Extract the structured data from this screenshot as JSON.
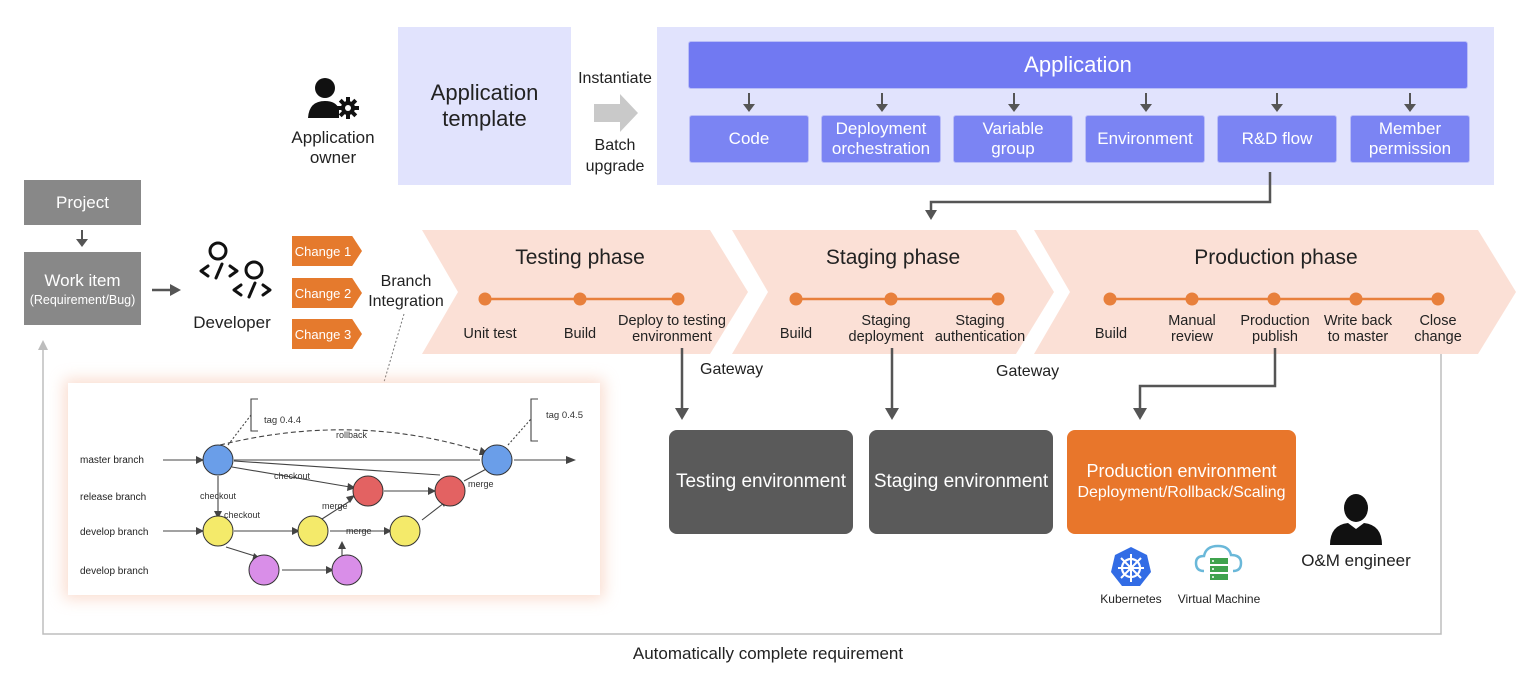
{
  "app_owner": {
    "label_line1": "Application",
    "label_line2": "owner"
  },
  "app_template": {
    "line1": "Application",
    "line2": "template"
  },
  "instantiate": "Instantiate",
  "batch_upgrade": {
    "line1": "Batch",
    "line2": "upgrade"
  },
  "application": {
    "title": "Application",
    "items": [
      {
        "line1": "Code",
        "line2": ""
      },
      {
        "line1": "Deployment",
        "line2": "orchestration"
      },
      {
        "line1": "Variable",
        "line2": "group"
      },
      {
        "line1": "Environment",
        "line2": ""
      },
      {
        "line1": "R&D flow",
        "line2": ""
      },
      {
        "line1": "Member",
        "line2": "permission"
      }
    ]
  },
  "project": "Project",
  "work_item": {
    "line1": "Work item",
    "line2": "(Requirement/Bug)"
  },
  "developer": "Developer",
  "changes": [
    "Change 1",
    "Change 2",
    "Change 3"
  ],
  "branch_integration": {
    "line1": "Branch",
    "line2": "Integration"
  },
  "phases": [
    {
      "title": "Testing phase",
      "steps": [
        {
          "line1": "Unit test",
          "line2": ""
        },
        {
          "line1": "Build",
          "line2": ""
        },
        {
          "line1": "Deploy to testing",
          "line2": "environment"
        }
      ]
    },
    {
      "title": "Staging phase",
      "steps": [
        {
          "line1": "Build",
          "line2": ""
        },
        {
          "line1": "Staging",
          "line2": "deployment"
        },
        {
          "line1": "Staging",
          "line2": "authentication"
        }
      ]
    },
    {
      "title": "Production phase",
      "steps": [
        {
          "line1": "Build",
          "line2": ""
        },
        {
          "line1": "Manual",
          "line2": "review"
        },
        {
          "line1": "Production",
          "line2": "publish"
        },
        {
          "line1": "Write back",
          "line2": "to master"
        },
        {
          "line1": "Close",
          "line2": "change"
        }
      ]
    }
  ],
  "gateway_1": "Gateway",
  "gateway_2": "Gateway",
  "environments": {
    "testing": "Testing environment",
    "staging": "Staging environment",
    "production_line1": "Production environment",
    "production_line2": "Deployment/Rollback/Scaling"
  },
  "kubernetes": "Kubernetes",
  "virtual_machine": "Virtual Machine",
  "om_engineer": "O&M engineer",
  "auto_complete": "Automatically complete requirement",
  "git_graph": {
    "branches": [
      "master branch",
      "release branch",
      "develop branch",
      "develop branch"
    ],
    "tags": [
      "tag 0.4.4",
      "tag 0.4.5"
    ],
    "labels": {
      "rollback": "rollback",
      "checkout1": "checkout",
      "checkout2": "checkout",
      "checkout3": "checkout",
      "merge1": "merge",
      "merge2": "merge",
      "merge3": "merge"
    }
  },
  "colors": {
    "template_bg": "#e1e3fd",
    "app_panel_bg": "#e1e3fd",
    "app_header": "#7179f2",
    "app_item": "#7b84f3",
    "gray_box": "#888888",
    "change_orange": "#e57a2d",
    "phase_band": "#fbe0d6",
    "phase_line": "#e8803c",
    "env_dark": "#5a5a5a",
    "env_prod": "#e8762b"
  }
}
